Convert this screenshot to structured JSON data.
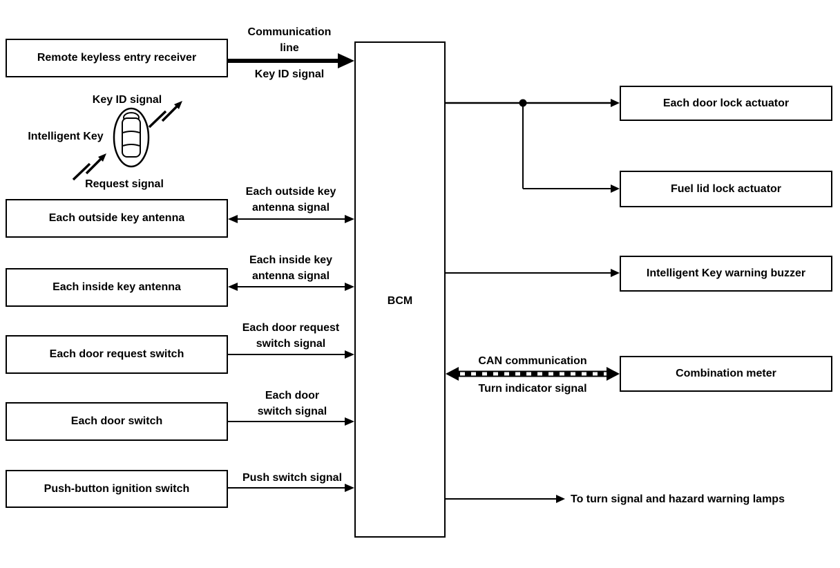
{
  "colors": {
    "ink": "#000000",
    "background": "#ffffff"
  },
  "bcm": {
    "label": "BCM"
  },
  "left_boxes": [
    {
      "label": "Remote keyless entry receiver"
    },
    {
      "label": "Each outside key antenna"
    },
    {
      "label": "Each inside key antenna"
    },
    {
      "label": "Each door request switch"
    },
    {
      "label": "Each door switch"
    },
    {
      "label": "Push-button ignition switch"
    }
  ],
  "right_boxes": [
    {
      "label": "Each door lock actuator"
    },
    {
      "label": "Fuel lid lock actuator"
    },
    {
      "label": "Intelligent Key warning buzzer"
    },
    {
      "label": "Combination meter"
    }
  ],
  "signals": {
    "communication": {
      "line1": "Communication",
      "line2": "line",
      "below": "Key ID signal"
    },
    "outside_antenna": {
      "line1": "Each outside key",
      "line2": "antenna signal"
    },
    "inside_antenna": {
      "line1": "Each inside key",
      "line2": "antenna signal"
    },
    "door_request": {
      "line1": "Each door request",
      "line2": "switch signal"
    },
    "door_switch": {
      "line1": "Each door",
      "line2": "switch signal"
    },
    "push_switch": {
      "line1": "Push switch signal"
    },
    "can": {
      "line1": "CAN communication",
      "line2": "Turn indicator signal"
    },
    "turn_lamps": {
      "line1": "To turn signal and hazard warning lamps"
    }
  },
  "intelligent_key": {
    "label": "Intelligent Key",
    "top_signal": "Key ID signal",
    "bottom_signal": "Request signal"
  }
}
